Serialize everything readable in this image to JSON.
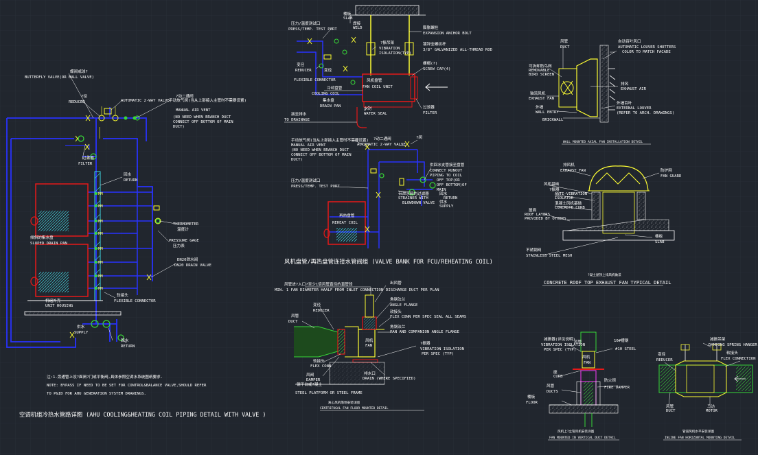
{
  "colors": {
    "background": "#21262e",
    "grid": "#2b323c",
    "pipe_blue": "#2832ff",
    "yellow": "#ffff33",
    "red": "#e81818",
    "cyan": "#3fd6e0",
    "green": "#38d838",
    "magenta": "#ff3cff",
    "white": "#ffffff"
  },
  "detail_ahu": {
    "title": "空调机组冷热水管路详图   (AHU COOLING&HEATING COIL PIPING DETAIL WITH VALVE )",
    "note_line1": "注:1.旁通管上设?面闸?门或平衡阀,具体参照空调水系统图纸要求.",
    "note_line2": "NOTE: BYPASS IF NEED TO BE SET FOR CONTROL&BALANCE VALVE,SHOULD REFER",
    "note_line3": "TO P&ID FOR AHU GENERATION SYSTEM DRAWINGS.",
    "labels": {
      "butterfly_cn": "蝶阀或球?",
      "butterfly": "BUTTERFLY VALVE(OR BALL VALVE)",
      "reducer_cn": "?径",
      "reducer": "REDUCER",
      "auto_valve": "AUTOMATIC 2-WAY VALVE",
      "auto_valve_cn": "?动二通阀",
      "air_vent_cn": "手动放气阀(当从上部接入主管时不需要设置)",
      "air_vent1": "MANUAL AIR VENT",
      "air_vent2": "(NO NEED WHEN BRANCH DUCT",
      "air_vent3": "CONNECT OFF BOTTOM OF MAIN",
      "air_vent4": "DUCT)",
      "filter_cn": "过滤器",
      "filter": "FILTER",
      "return_cn": "回水",
      "return": "RETURN",
      "thermometer_cn": "温度计",
      "thermometer": "THERMOMETER",
      "pressure_cn": "压力表",
      "pressure": "PRESSURE GAGE",
      "drain_cn": "DN20泄水阀",
      "drain": "DN20 DRAIN VALVE",
      "sloped_cn": "倾斜的集水盘",
      "sloped": "SLOPED DRAIN PAN",
      "housing_cn": "机组外壳",
      "housing": "UNIT HOUSING",
      "flex_cn": "软接头",
      "flex": "FLEXIBLE CONNECTOR",
      "supply_cn": "供水",
      "supply": "SUPPLY",
      "return2_cn": "回水",
      "return2": "RETURN",
      "mm": "MM"
    }
  },
  "detail_fcu": {
    "labels": {
      "slab_cn": "楼板",
      "slab": "SLAB",
      "weld_cn": "焊接",
      "weld": "WELD",
      "ptport_cn": "压力/温度测试口",
      "ptport": "PRESS/TEMP. TEST PORT",
      "anchor_cn": "膨胀螺栓",
      "anchor": "EXPANSION ANCHOR BOLT",
      "vib_cn": "?振吊架",
      "vib": "VIBRATION",
      "vib2": "ISOLATION(TYP)",
      "rod_cn": "镀锌全螺纹杆",
      "rod": "3/8\" GALVANIZED ALL-THREAD ROD",
      "screw_cn": "螺帽(?)",
      "screw": "SCREW CAP(4)",
      "reducer_cn": "变径",
      "reducer": "REDUCER",
      "flexcon": "FLEXIBLE CONNECTOR",
      "fcu_cn": "风机盘管",
      "fcu": "FAN COIL UNIT",
      "coil_cn": "冷却盘管",
      "coil": "COOLING COIL",
      "drainpan_cn": "集水盘",
      "drainpan": "DRAIN PAN",
      "waterseal_cn": "水封",
      "waterseal": "WATER SEAL",
      "filter_cn": "过滤器",
      "filter": "FILTER",
      "todrain_cn": "接至排水",
      "todrain": "TO DRAINAGE"
    }
  },
  "detail_valvebank": {
    "title": "风机盘管/再热盘管连接水管阀组   (VALVE BANK FOR FCU/REHEATING COIL)",
    "labels": {
      "air_vent_cn": "手动放气阀(当从上部接入主管时不需要设置)",
      "air_vent1": "MANUAL AIR VENT",
      "air_vent2": "(NO NEED WHEN BRANCH DUCT",
      "air_vent3": "CONNECT OFF BOTTOM OF MAIN",
      "air_vent4": "DUCT)",
      "auto_valve": "AUTOMATIC 2-WAY VALVE",
      "auto_cn": "?动二通阀",
      "ball_cn": "?阀",
      "ptport_cn": "压力/温度测试口",
      "ptport": "PRESS/TEMP. TEST PORT",
      "runout_cn": "供回水支管接至盘管",
      "runout1": "CONNECT RUNOUT",
      "runout2": "PIPING TO COIL",
      "runout3": "OFF TOP(OR",
      "runout4": "OFF BOTTOM)OF",
      "runout5": "MAIN",
      "return_cn": "回水",
      "return": "RETURN",
      "supply_cn": "供水",
      "supply": "SUPPLY",
      "strainer_cn": "带泄水阀的过滤器",
      "strainer1": "STRAINER WITH",
      "strainer2": "BLOWDOWN VALVE",
      "reheat_cn": "再热盘管",
      "reheat": "REHEAT COIL"
    }
  },
  "detail_centrifugal": {
    "title": "离心风机落地安装详图",
    "subtitle": "CENTRIFUGAL FAN FLOOR MOUNTED DETAIL",
    "labels": {
      "inlet_cn": "风管进?入口?至少1倍风管直径的直管段",
      "inlet": "MIN. 1 FAN DIAMETER HAALF FROM INLET CONNECTION",
      "reducer_cn": "变径",
      "reducer": "REDUCER",
      "duct_cn": "风管",
      "duct": "DUCT",
      "discharge_cn": "出风管",
      "discharge": "DISCHARGE DUCT PER PLAN",
      "angle_cn": "角钢法兰",
      "angle": "ANGLE FLANGE",
      "flex_cn": "软接头",
      "flex": "FLEX CONN PER SPEC SEAL ALL SEAMS",
      "companion": "FAN AND COMPANION ANGLE FLANGE",
      "fan_cn": "风机",
      "fan": "FAN",
      "vib_cn": "?振器",
      "vib": "VIBRATION ISOLATION",
      "vib2": "PER SPEC (TYP)",
      "flexconn_cn": "软接头",
      "flexconn": "FLEX CONN",
      "damper_cn": "风阀",
      "damper": "DAMPER",
      "drain_cn": "排水口",
      "drain": "DRAIN (WHERE SPECIFIED)",
      "platform_cn": "钢平台或?凝土",
      "platform": "STEEL PLATFORM OR STEEL FRAME"
    }
  },
  "detail_wallfan": {
    "title": "WALL MOUNTED AXIAL FAN INSTALLATION DETAIL",
    "labels": {
      "duct_cn": "风管",
      "duct": "DUCT",
      "louver_cn": "自动百叶风口",
      "louver": "AUTOMATIC LOUVER SHUTTERS",
      "louver2": "COLOR TO MATCH FACADE",
      "wire_cn": "可拆卸防鸟网",
      "wire": "REMOVABLE",
      "wire2": "BIRD SCREEN",
      "exhaust_cn": "排风",
      "exhaust": "EXHAUST AIR",
      "fan_cn": "轴流风机",
      "fan": "EXHAUST FAN",
      "ext_cn": "外墙百叶",
      "ext": "EXTERNAL LOUVER",
      "ext2": "(REFER TO ARCH. DRAWINGS)",
      "brick": "BRICKWALL",
      "wall_cn": "外墙",
      "wall": "WALL ENTRY"
    }
  },
  "detail_roof": {
    "title_cn": "?凝土屋顶上排风机做法",
    "title": "CONCRETE ROOF TOP EXHAUST FAN TYPICAL DETAIL",
    "labels": {
      "fan_cn": "排风机",
      "fan": "EXHAUST FAN",
      "guard_cn": "防护网",
      "guard": "FAN GUARD",
      "base_cn": "风机基础",
      "vib_cn": "?振器",
      "vib": "ANTI-VIBRATION",
      "vib2": "ISOLATOR",
      "curb": "CONCRETE CURB",
      "curb_cn": "混凝土风机基础",
      "roof_cn": "屋面",
      "roof": "ROOF LAYERS",
      "roof2": "PROVIDED BY OTHERS",
      "slab_cn": "楼板",
      "slab": "SLAB",
      "mesh_cn": "不锈钢网",
      "mesh": "STAINLESS STEEL MESH"
    }
  },
  "detail_vertical": {
    "title_cn": "风机上?立管风机安装详图",
    "title": "FAN MOUNTED IN VERTICAL DUCT DETAIL",
    "labels": {
      "vib_cn": "减振器(详见说明)",
      "vib": "VIBRATION ISOLATION",
      "vib2": "PER SPEC (TYP)",
      "duct_cn": "风管",
      "duct": "DUCT",
      "fan_cn": "风机",
      "fan": "FAN",
      "curb_cn": "座",
      "curb": "CURB",
      "steel_cn": "10#槽钢",
      "steel": "#10 STEEL",
      "damper_cn": "防火阀",
      "damper": "FIRE DAMPER",
      "ducts_cn": "风管",
      "ducts": "DUCTS",
      "floor_cn": "楼板",
      "floor": "FLOOR"
    }
  },
  "detail_inline": {
    "title_cn": "管道风机水平安装详图",
    "title": "INLINE FAN HORIZONTAL MOUNTING DETAIL",
    "labels": {
      "reducer_cn": "变径",
      "reducer": "REDUCER",
      "hanger_cn": "减振吊架",
      "hanger": "DAMPING SPRING HANGER",
      "flex_cn": "软接头",
      "flex": "FLEX CONNECTION",
      "duct_cn": "风管",
      "duct": "DUCT",
      "motor_cn": "马达",
      "motor": "MOTOR"
    }
  }
}
